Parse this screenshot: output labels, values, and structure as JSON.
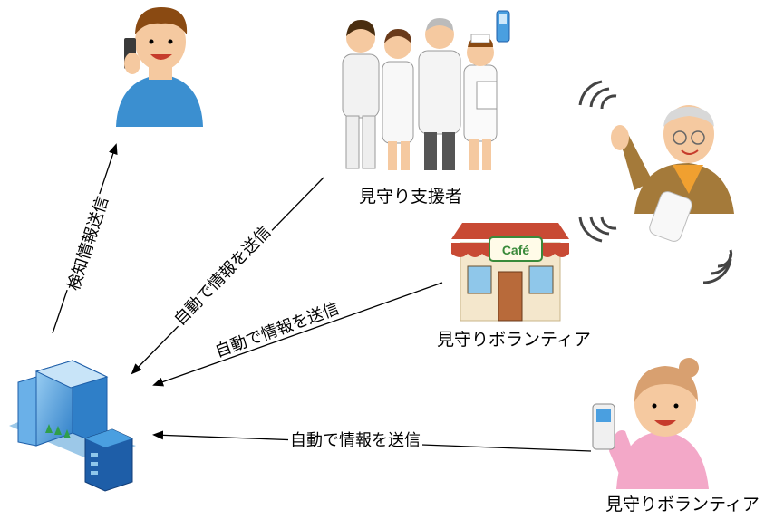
{
  "labels": {
    "support_staff": "見守り支援者",
    "volunteer_cafe": "見守りボランティア",
    "volunteer_woman": "見守りボランティア"
  },
  "arrows": {
    "to_family": "検知情報送信",
    "from_staff": "自動で情報を送信",
    "from_cafe": "自動で情報を送信",
    "from_woman": "自動で情報を送信"
  },
  "cafe_sign": "Café",
  "colors": {
    "arrow": "#000000",
    "sky_blue_shirt": "#3b8fd0",
    "cafe_awning_red": "#c84a34",
    "cafe_awning_cream": "#f4e7cc",
    "cafe_sign_green": "#3a8a3a",
    "elder_jacket": "#a47a3a",
    "elder_shirt": "#f0a030",
    "woman_shirt": "#f3a8c8",
    "building_blue": "#3c8fd6",
    "server_blue": "#1e5ea8"
  }
}
